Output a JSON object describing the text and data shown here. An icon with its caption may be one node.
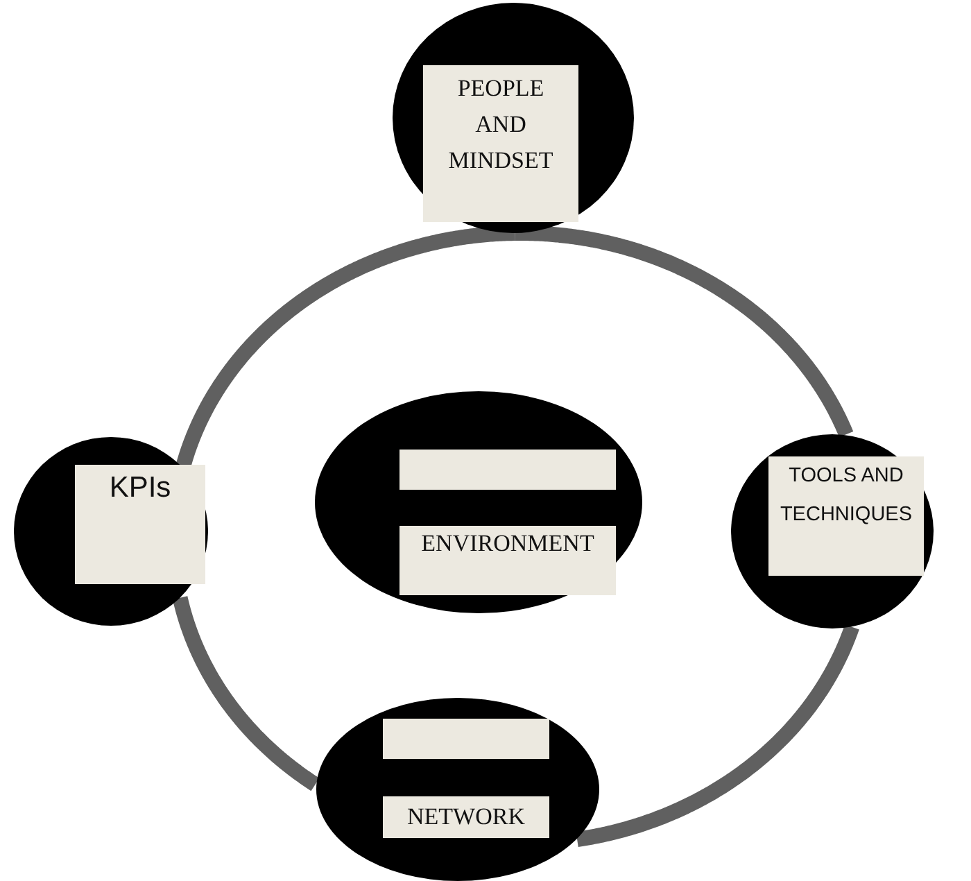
{
  "diagram": {
    "nodes": [
      {
        "text": [],
        "shape": "circle"
      },
      {
        "text": [
          "PEOPLE AND MINDSET"
        ],
        "in": 0
      },
      {
        "text": [],
        "shape": "circle"
      },
      {
        "text": [
          "KPIs"
        ],
        "in": 2
      },
      {
        "text": [],
        "shape": "circle"
      },
      {
        "text": [],
        "shape": "box",
        "in": 4
      },
      {
        "text": [
          "ENVIRONMENT"
        ],
        "in": 4
      },
      {
        "text": [],
        "shape": "circle"
      },
      {
        "text": [
          "TOOLS AND TECHNIQUES"
        ],
        "in": 7
      },
      {
        "text": [],
        "shape": "circle"
      },
      {
        "text": [],
        "shape": "box",
        "in": 9
      },
      {
        "text": [
          "NETWORK"
        ],
        "in": 9
      }
    ],
    "edges": [
      {
        "from": 0,
        "to": 7,
        "arrow": "none"
      },
      {
        "from": 7,
        "to": 9,
        "arrow": "none"
      },
      {
        "from": 9,
        "to": 2,
        "arrow": "none"
      },
      {
        "from": 2,
        "to": 0,
        "arrow": "none"
      }
    ]
  }
}
